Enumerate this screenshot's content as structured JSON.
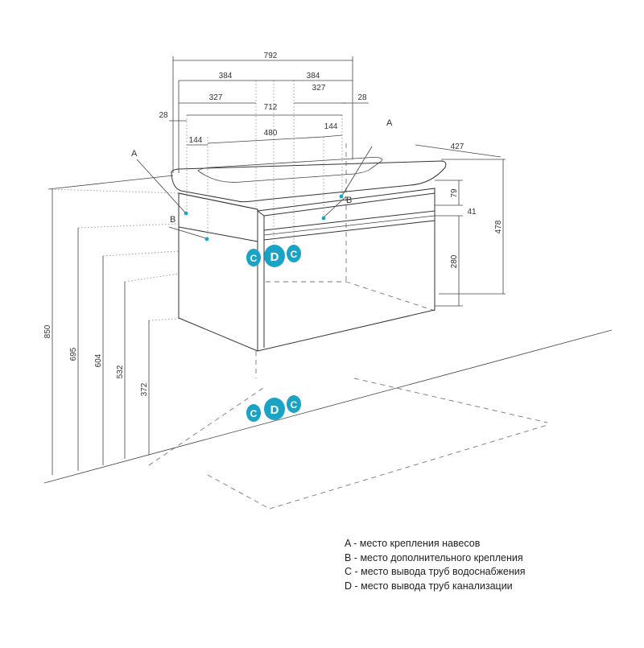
{
  "dimensions": {
    "overall_width": "792",
    "half_left": "384",
    "half_right": "384",
    "inner_left": "327",
    "inner_right": "327",
    "center_span": "712",
    "edge_left": "28",
    "edge_right": "28",
    "side_left": "144",
    "mid_span": "480",
    "side_right": "144",
    "depth": "427",
    "top_79": "79",
    "top_41": "41",
    "drawer_280": "280",
    "cabinet_height": "478",
    "h_850": "850",
    "h_695": "695",
    "h_604": "604",
    "h_532": "532",
    "h_372": "372"
  },
  "markers": {
    "a_left": "A",
    "a_right": "A",
    "b_left": "B",
    "b_right": "B",
    "c_top_left": "C",
    "d_top": "D",
    "c_top_right": "C",
    "c_bottom_left": "C",
    "d_bottom": "D",
    "c_bottom_right": "C"
  },
  "colors": {
    "accent": "#1aa3c4",
    "line": "#333333"
  },
  "legend": [
    "A - место крепления навесов",
    "B - место дополнительного крепления",
    "C - место вывода труб водоснабжения",
    "D - место вывода труб канализации"
  ]
}
